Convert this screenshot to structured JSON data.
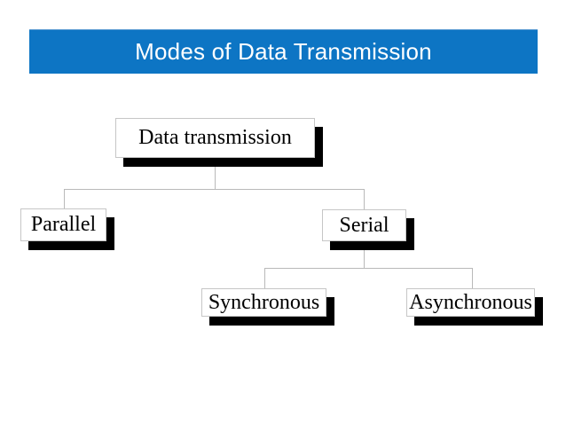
{
  "title_bar": {
    "text": "Modes of Data Transmission",
    "background_color": "#0d75c4",
    "text_color": "#ffffff"
  },
  "diagram": {
    "type": "tree",
    "root": {
      "label": "Data transmission",
      "children": [
        "Parallel",
        "Serial"
      ]
    },
    "level1": [
      {
        "label": "Parallel",
        "parent": "Data transmission"
      },
      {
        "label": "Serial",
        "parent": "Data transmission",
        "children": [
          "Synchronous",
          "Asynchronous"
        ]
      }
    ],
    "level2": [
      {
        "label": "Synchronous",
        "parent": "Serial"
      },
      {
        "label": "Asynchronous",
        "parent": "Serial"
      }
    ]
  },
  "colors": {
    "background": "#ffffff",
    "node_fill": "#ffffff",
    "node_border": "#c6c6c6",
    "node_shadow": "#000000",
    "node_text": "#000000",
    "connector": "#b9b9b9"
  }
}
